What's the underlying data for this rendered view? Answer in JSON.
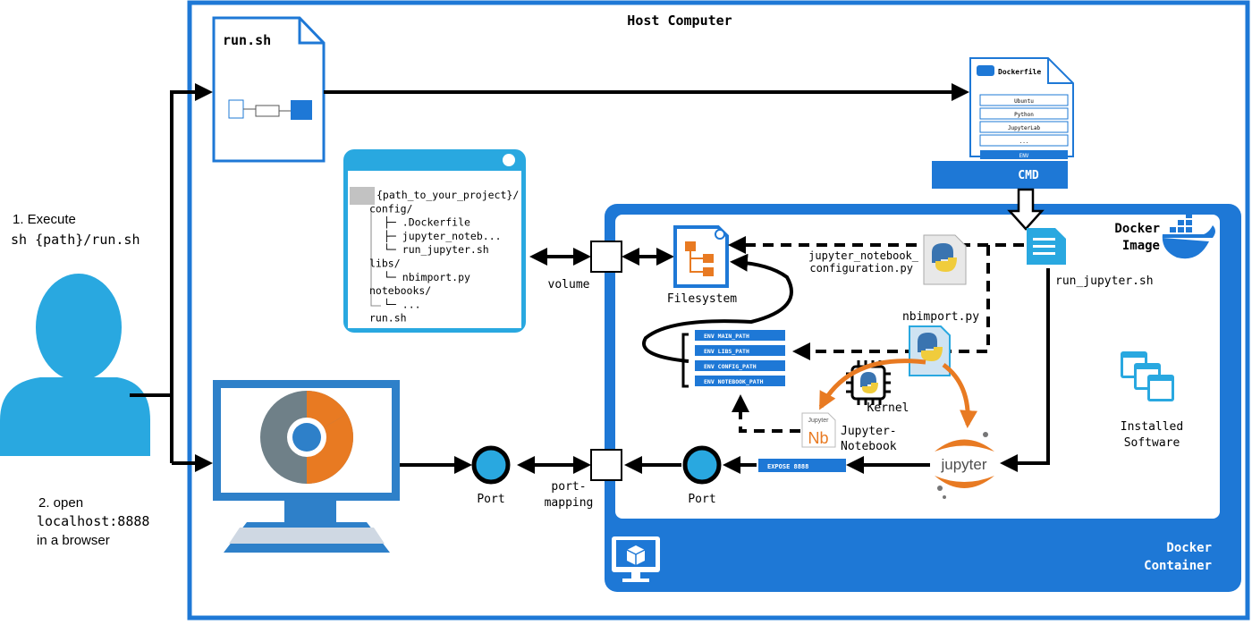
{
  "host": {
    "title": "Host Computer"
  },
  "user": {
    "step1_title": "1. Execute",
    "step1_cmd": "sh {path}/run.sh",
    "step2_title": "2. open",
    "step2_url": "localhost:8888",
    "step2_suffix": "in a browser"
  },
  "run_sh": {
    "title": "run.sh"
  },
  "dockerfile": {
    "title": "Dockerfile",
    "layers": [
      "Ubuntu",
      "Python",
      "JupyterLab",
      "..."
    ],
    "env_label": "ENV",
    "cmd_label": "CMD"
  },
  "project_tree": {
    "lines": [
      "{path_to_your_project}/",
      "config/",
      "├─ .Dockerfile",
      "├─ jupyter_noteb...",
      "└─ run_jupyter.sh",
      "libs/",
      "└─ nbimport.py",
      "notebooks/",
      "└─ ...",
      "run.sh"
    ]
  },
  "labels": {
    "volume": "volume",
    "port_mapping_1": "port-",
    "port_mapping_2": "mapping",
    "port_left": "Port",
    "port_right": "Port",
    "filesystem": "Filesystem",
    "jupyter_config_1": "jupyter_notebook_",
    "jupyter_config_2": "configuration.py",
    "run_jupyter": "run_jupyter.sh",
    "nbimport": "nbimport.py",
    "kernel": "Kernel",
    "jupyter_notebook_1": "Jupyter-",
    "jupyter_notebook_2": "Notebook",
    "installed_1": "Installed",
    "installed_2": "Software",
    "jupyter_logo": "jupyter",
    "nb_top": "Jupyter",
    "nb_mark": "Nb",
    "expose": "EXPOSE 8888"
  },
  "env_vars": [
    "ENV MAIN_PATH",
    "ENV LIBS_PATH",
    "ENV CONFIG_PATH",
    "ENV NOTEBOOK_PATH"
  ],
  "docker_image": {
    "line1": "Docker",
    "line2": "Image"
  },
  "docker_container": {
    "line1": "Docker",
    "line2": "Container"
  },
  "colors": {
    "blue": "#1e78d6",
    "light_blue": "#29a8e0",
    "orange": "#e87a22",
    "black": "#000000"
  }
}
